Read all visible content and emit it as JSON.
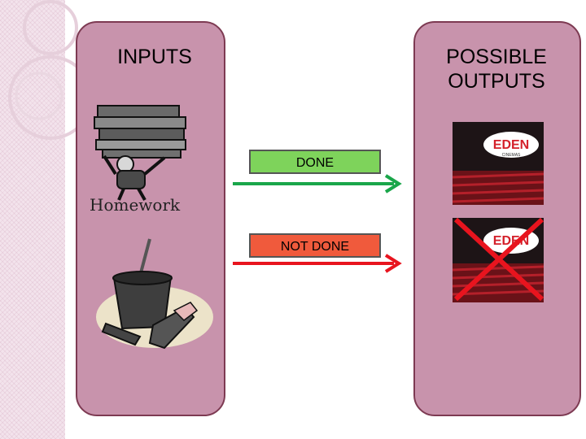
{
  "inputs_title": "INPUTS",
  "outputs_title": "POSSIBLE\nOUTPUTS",
  "done_label": "DONE",
  "not_done_label": "NOT DONE",
  "homework_caption": "Homework",
  "cinema_logo": "EDEN",
  "cinema_subtext": "CINEMAS",
  "colors": {
    "panel": "#c893ac",
    "panel_border": "#7d3a52",
    "done": "#7ed35b",
    "not_done": "#f05a3c",
    "arrow_green": "#1aa64a",
    "arrow_red": "#e8141e",
    "cross": "#e8141e"
  },
  "icons": [
    "homework-books-icon",
    "cleaning-bucket-icon",
    "cinema-icon",
    "crossed-out-cinema-icon"
  ]
}
